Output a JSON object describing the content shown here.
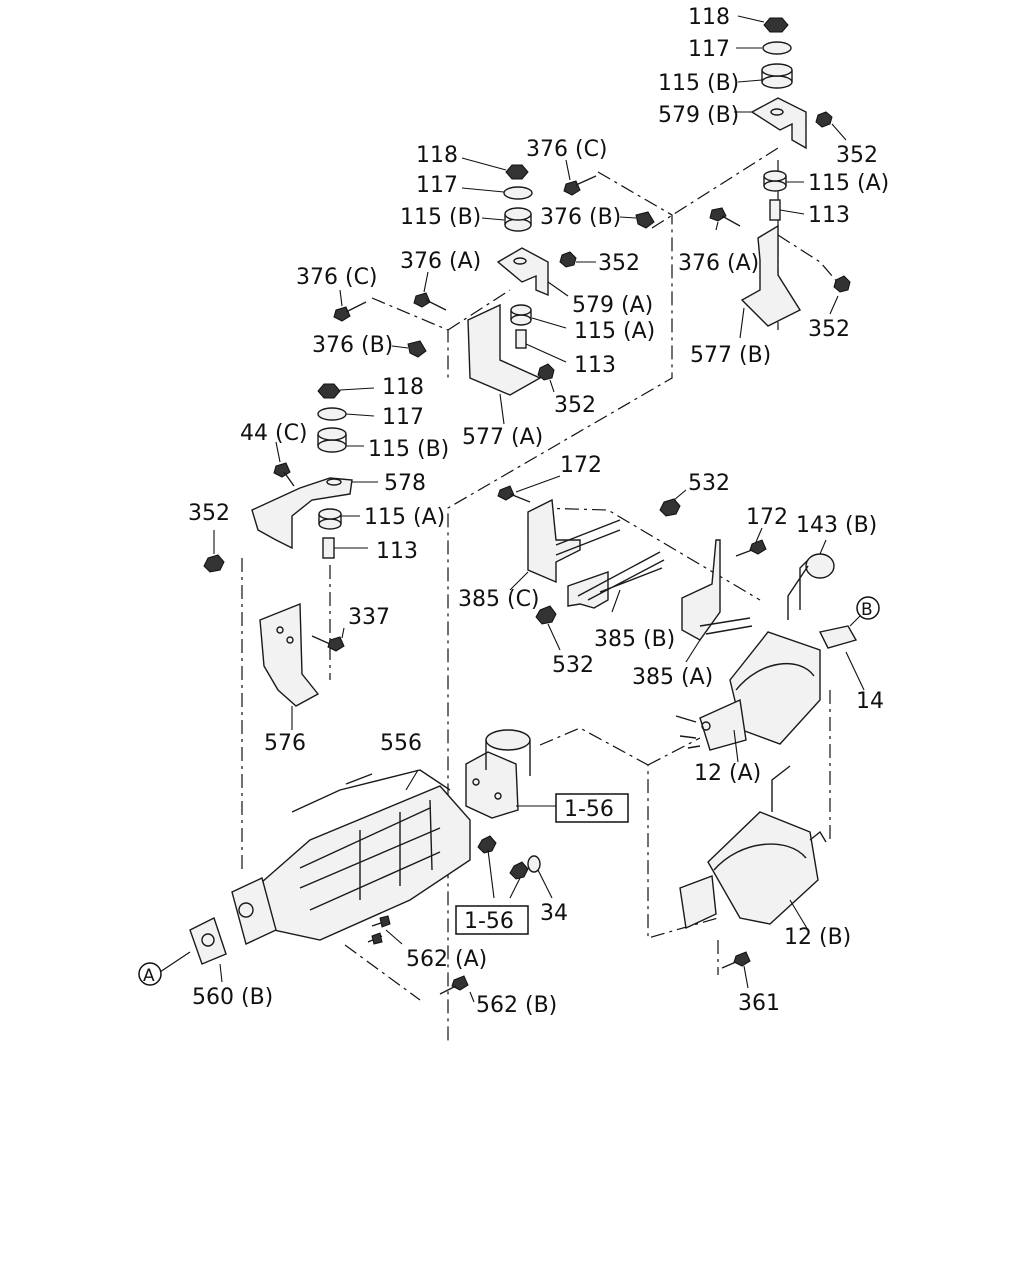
{
  "diagram": {
    "type": "exploded parts diagram",
    "labels": [
      {
        "id": "top-118",
        "text": "118"
      },
      {
        "id": "top-117",
        "text": "117"
      },
      {
        "id": "top-115b",
        "text": "115 (B)"
      },
      {
        "id": "top-579b",
        "text": "579 (B)"
      },
      {
        "id": "top-352a",
        "text": "352"
      },
      {
        "id": "top-115a",
        "text": "115 (A)"
      },
      {
        "id": "top-113",
        "text": "113"
      },
      {
        "id": "top-376a",
        "text": "376 (A)"
      },
      {
        "id": "top-352b",
        "text": "352"
      },
      {
        "id": "top-577b",
        "text": "577 (B)"
      },
      {
        "id": "mid-118",
        "text": "118"
      },
      {
        "id": "mid-376c",
        "text": "376 (C)"
      },
      {
        "id": "mid-117",
        "text": "117"
      },
      {
        "id": "mid-115b",
        "text": "115 (B)"
      },
      {
        "id": "mid-376b",
        "text": "376 (B)"
      },
      {
        "id": "mid-376a",
        "text": "376 (A)"
      },
      {
        "id": "mid-352a",
        "text": "352"
      },
      {
        "id": "left-376c",
        "text": "376 (C)"
      },
      {
        "id": "mid-579a",
        "text": "579 (A)"
      },
      {
        "id": "mid-115a",
        "text": "115 (A)"
      },
      {
        "id": "left-376b",
        "text": "376 (B)"
      },
      {
        "id": "mid-113",
        "text": "113"
      },
      {
        "id": "mid-352b",
        "text": "352"
      },
      {
        "id": "mid-577a",
        "text": "577 (A)"
      },
      {
        "id": "low-118",
        "text": "118"
      },
      {
        "id": "low-117",
        "text": "117"
      },
      {
        "id": "low-44c",
        "text": "44 (C)"
      },
      {
        "id": "low-115b",
        "text": "115 (B)"
      },
      {
        "id": "low-578",
        "text": "578"
      },
      {
        "id": "low-352",
        "text": "352"
      },
      {
        "id": "low-115a",
        "text": "115 (A)"
      },
      {
        "id": "low-113",
        "text": "113"
      },
      {
        "id": "low-337",
        "text": "337"
      },
      {
        "id": "low-576",
        "text": "576"
      },
      {
        "id": "br-172a",
        "text": "172"
      },
      {
        "id": "br-532a",
        "text": "532"
      },
      {
        "id": "br-172b",
        "text": "172"
      },
      {
        "id": "br-143b",
        "text": "143 (B)"
      },
      {
        "id": "br-385c",
        "text": "385 (C)"
      },
      {
        "id": "br-385b",
        "text": "385 (B)"
      },
      {
        "id": "br-532b",
        "text": "532"
      },
      {
        "id": "br-385a",
        "text": "385 (A)"
      },
      {
        "id": "br-14",
        "text": "14"
      },
      {
        "id": "br-12a",
        "text": "12 (A)"
      },
      {
        "id": "cat-556",
        "text": "556"
      },
      {
        "id": "cat-34",
        "text": "34"
      },
      {
        "id": "cat-562a",
        "text": "562 (A)"
      },
      {
        "id": "cat-560b",
        "text": "560 (B)"
      },
      {
        "id": "cat-562b",
        "text": "562 (B)"
      },
      {
        "id": "muf-12b",
        "text": "12 (B)"
      },
      {
        "id": "muf-361",
        "text": "361"
      }
    ],
    "boxed_refs": [
      {
        "id": "ref-1",
        "text": "1-56"
      },
      {
        "id": "ref-2",
        "text": "1-56"
      }
    ],
    "circle_refs": [
      {
        "id": "circ-a",
        "text": "A"
      },
      {
        "id": "circ-b",
        "text": "B"
      }
    ]
  }
}
